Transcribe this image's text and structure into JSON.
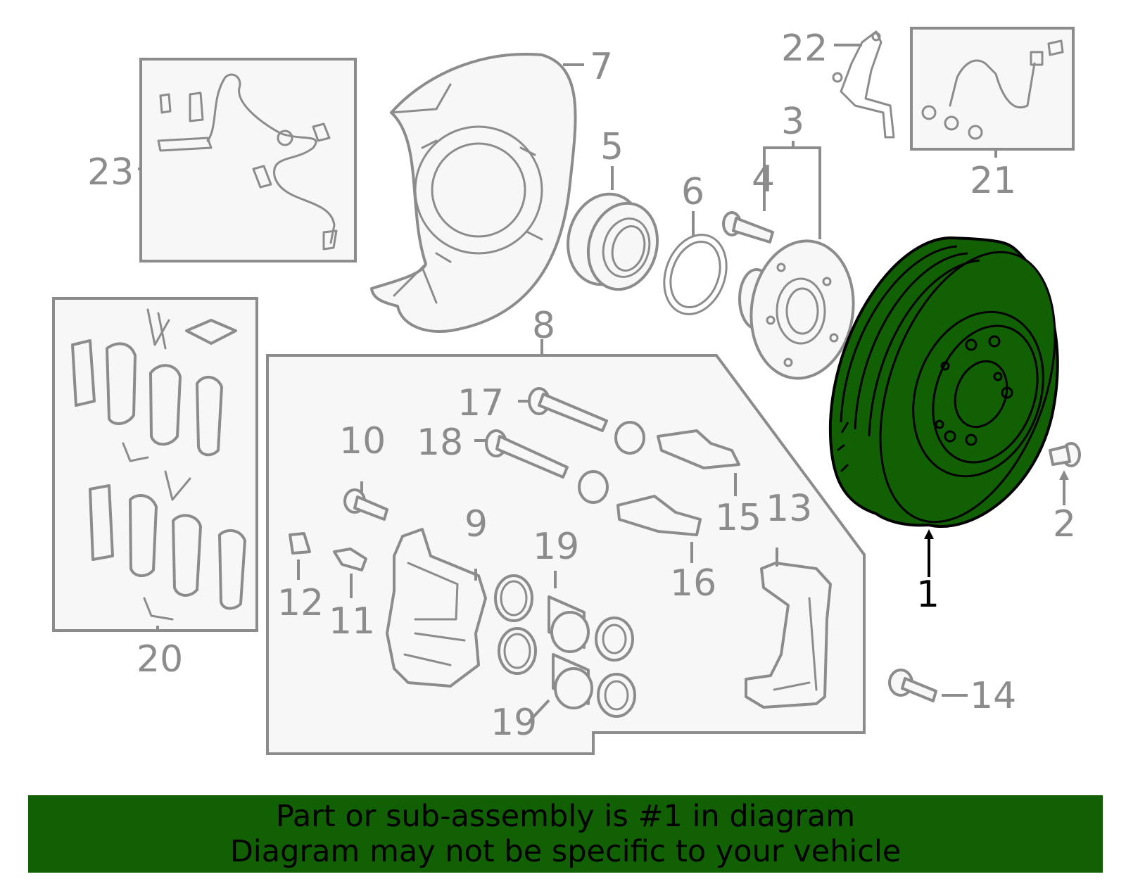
{
  "callouts": [
    {
      "number": "1",
      "highlighted": true
    },
    {
      "number": "2"
    },
    {
      "number": "3"
    },
    {
      "number": "4"
    },
    {
      "number": "5"
    },
    {
      "number": "6"
    },
    {
      "number": "7"
    },
    {
      "number": "8"
    },
    {
      "number": "9"
    },
    {
      "number": "10"
    },
    {
      "number": "11"
    },
    {
      "number": "12"
    },
    {
      "number": "13"
    },
    {
      "number": "14"
    },
    {
      "number": "15"
    },
    {
      "number": "16"
    },
    {
      "number": "17"
    },
    {
      "number": "18"
    },
    {
      "number": "19"
    },
    {
      "number": "19"
    },
    {
      "number": "20"
    },
    {
      "number": "21"
    },
    {
      "number": "22"
    },
    {
      "number": "23"
    }
  ],
  "colors": {
    "highlight": "#116104",
    "part_line": "#8c8c8c",
    "highlight_label": "#000000"
  },
  "banner": {
    "line1": "Part or sub-assembly is #1 in diagram",
    "line2": "Diagram may not be specific to your vehicle"
  }
}
